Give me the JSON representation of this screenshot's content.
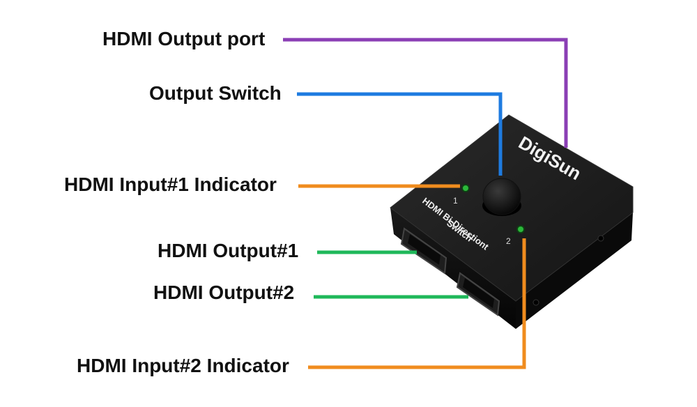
{
  "labels": {
    "hdmi_output_port": "HDMI Output port",
    "output_switch": "Output Switch",
    "input1_indicator": "HDMI Input#1 Indicator",
    "output1": "HDMI Output#1",
    "output2": "HDMI Output#2",
    "input2_indicator": "HDMI Input#2 Indicator"
  },
  "device": {
    "brand": "DigiSun",
    "title_line1": "HDMI Bi-Directiont",
    "title_line2": "Switch",
    "led1_label": "1",
    "led2_label": "2"
  },
  "colors": {
    "purple": "#8b3fb5",
    "blue": "#1e7be0",
    "orange": "#f08c1e",
    "green": "#1fb85a",
    "device_top": "#1b1b1b",
    "device_side": "#0c0c0c",
    "led": "#2bb83a"
  }
}
